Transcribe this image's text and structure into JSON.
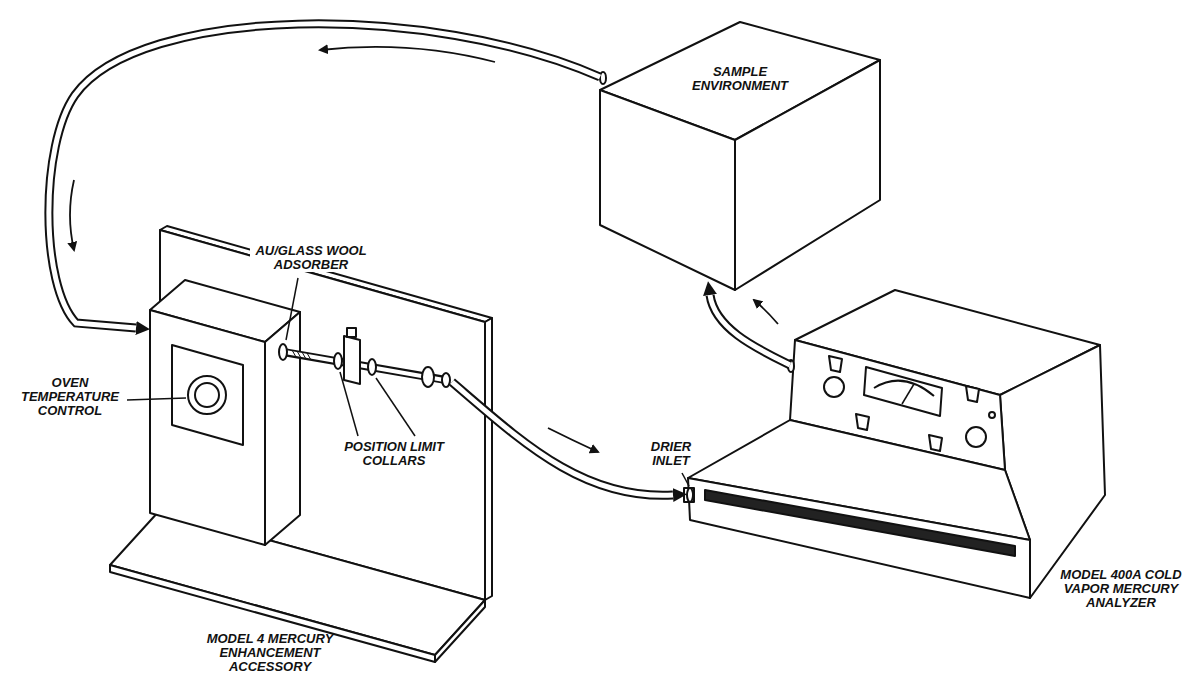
{
  "diagram": {
    "nodes": [
      {
        "text": [
          "SAMPLE ENVIRONMENT"
        ]
      },
      {
        "text": [
          "MODEL 4 MERCURY ENHANCEMENT ACCESSORY"
        ]
      },
      {
        "text": [
          "MODEL 400A COLD VAPOR MERCURY ANALYZER"
        ]
      }
    ],
    "edges": [
      {
        "from": 2,
        "to": 0,
        "arrow": "to"
      },
      {
        "from": 0,
        "to": 1,
        "arrow": "to"
      },
      {
        "from": 1,
        "to": 2,
        "arrow": "to"
      }
    ],
    "labels": [
      "AU/GLASS WOOL ADSORBER",
      "OVEN TEMPERATURE CONTROL",
      "POSITION LIMIT COLLARS",
      "DRIER INLET"
    ]
  }
}
